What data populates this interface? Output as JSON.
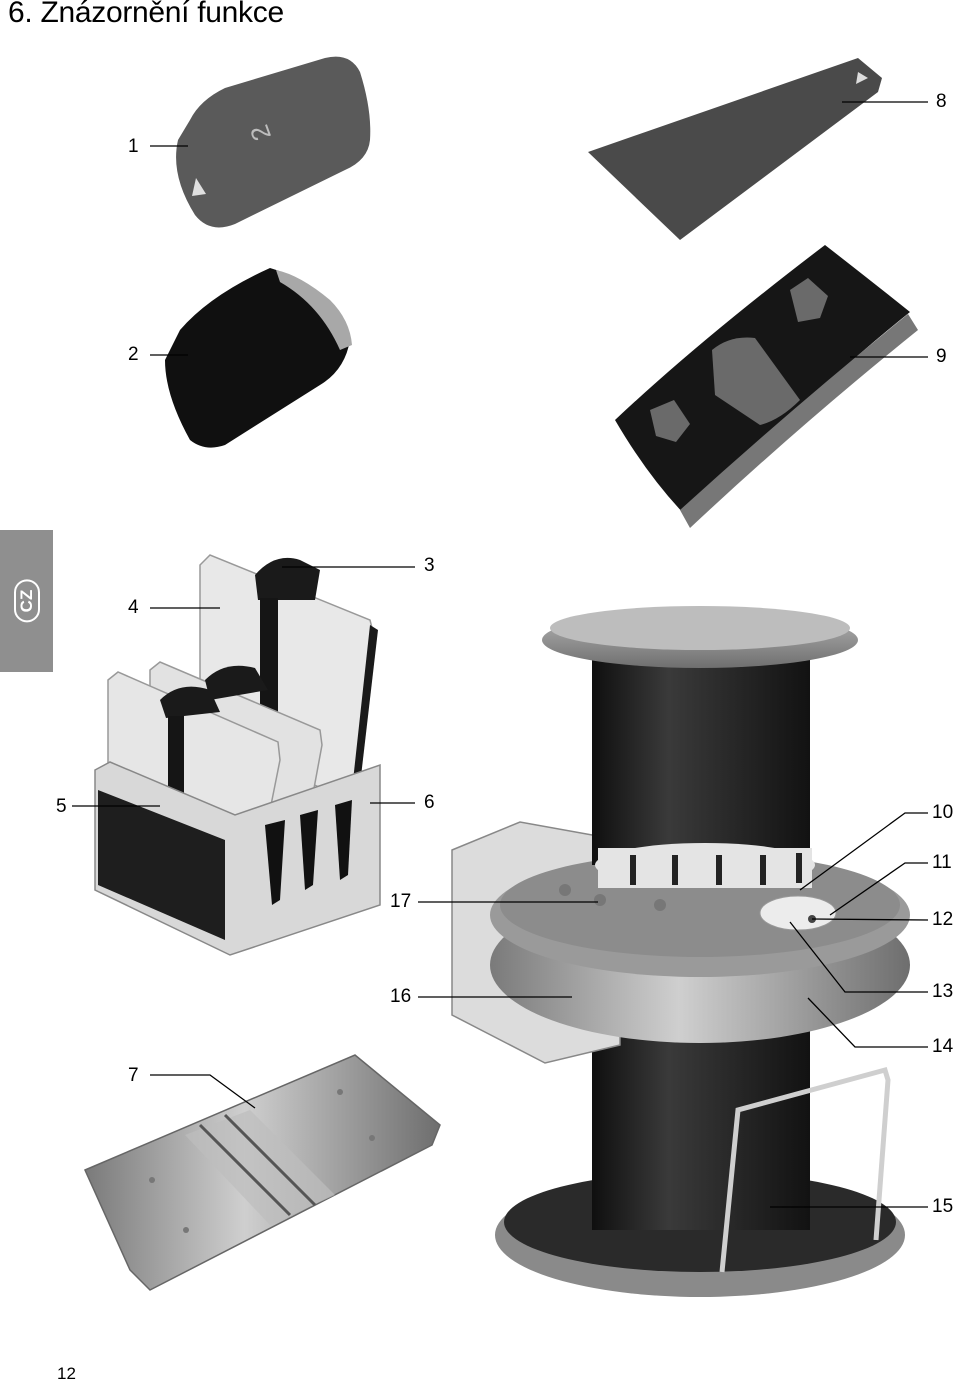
{
  "page": {
    "title": "6. Znázornění funkce",
    "language_tab": "CZ",
    "page_number": "12"
  },
  "labels": {
    "l1": "1",
    "l2": "2",
    "l3": "3",
    "l4": "4",
    "l5": "5",
    "l6": "6",
    "l7": "7",
    "l8": "8",
    "l9": "9",
    "l10": "10",
    "l11": "11",
    "l12": "12",
    "l13": "13",
    "l14": "14",
    "l15": "15",
    "l16": "16",
    "l17": "17"
  },
  "figure_text": {
    "plate_number": "2"
  }
}
